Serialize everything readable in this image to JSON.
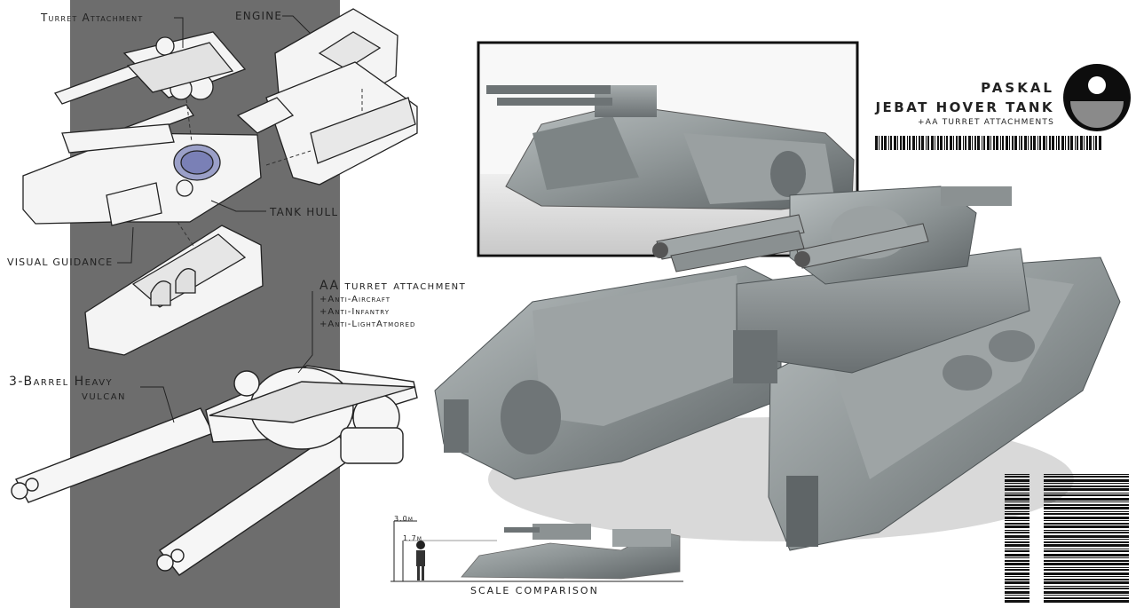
{
  "title": {
    "brand": "PASKAL",
    "name": "JEBAT HOVER TANK",
    "subtitle": "+AA TURRET ATTACHMENTS"
  },
  "labels": {
    "turret_attachment": "Turret Attachment",
    "engine": "ENGINE",
    "tank_hull": "TANK HULL",
    "visual_guidance": "VISUAL GUIDANCE",
    "aa_turret": "AA turret attachment",
    "aa_features": [
      "+Anti-Aircraft",
      "+Anti-Infantry",
      "+Anti-LightAtmored"
    ],
    "barrel_line1": "3-Barrel Heavy",
    "barrel_line2": "vulcan",
    "scale_comparison": "SCALE COMPARISON",
    "height_3m": "3.0m",
    "height_1_7m": "1.7m"
  },
  "colors": {
    "band": "#6d6d6d",
    "metal": "#8e9596",
    "metal_dark": "#5c6264",
    "logo": "#0d0d0d",
    "logo_accent": "#8a8a8a"
  }
}
